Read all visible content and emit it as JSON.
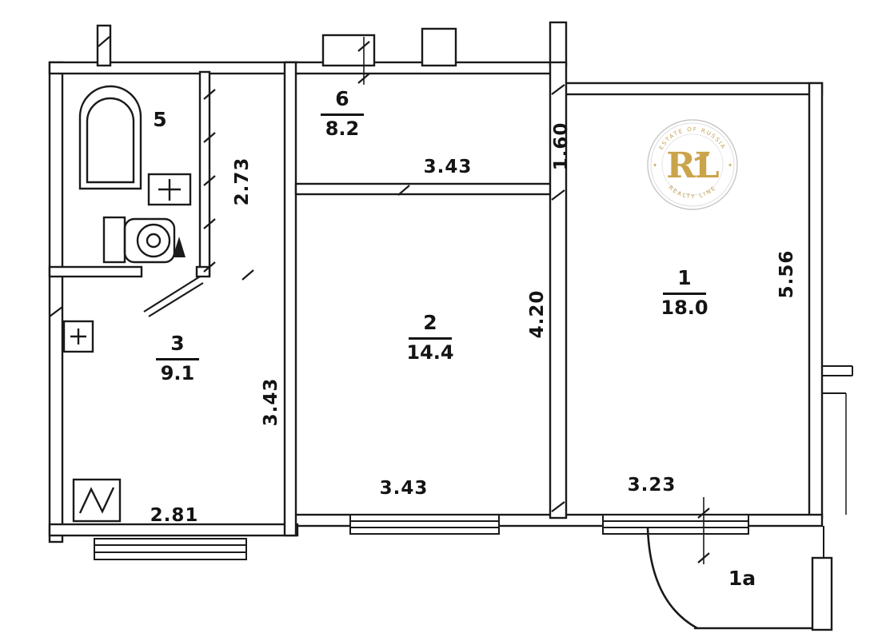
{
  "plan": {
    "rooms": {
      "bath": {
        "number": "5"
      },
      "room6": {
        "number": "6",
        "area": "8.2"
      },
      "room3": {
        "number": "3",
        "area": "9.1"
      },
      "room2": {
        "number": "2",
        "area": "14.4"
      },
      "room1": {
        "number": "1",
        "area": "18.0"
      },
      "balcony": {
        "number": "1a"
      }
    },
    "dimensions": {
      "bath_wall": "2.73",
      "room2_top": "3.43",
      "inset": "1.60",
      "room1_side": "5.56",
      "room2_side": "4.20",
      "hall_side": "3.43",
      "hall_bottom": "2.81",
      "room2_bottom": "3.43",
      "room1_bottom": "3.23"
    }
  },
  "logo": {
    "initials": "RL",
    "arc_top": "ESTATE OF RUSSIA",
    "arc_bottom": "REALTY LINE",
    "star": "✦",
    "gold": "#c09a45"
  },
  "colors": {
    "line": "#1a1a1a"
  }
}
